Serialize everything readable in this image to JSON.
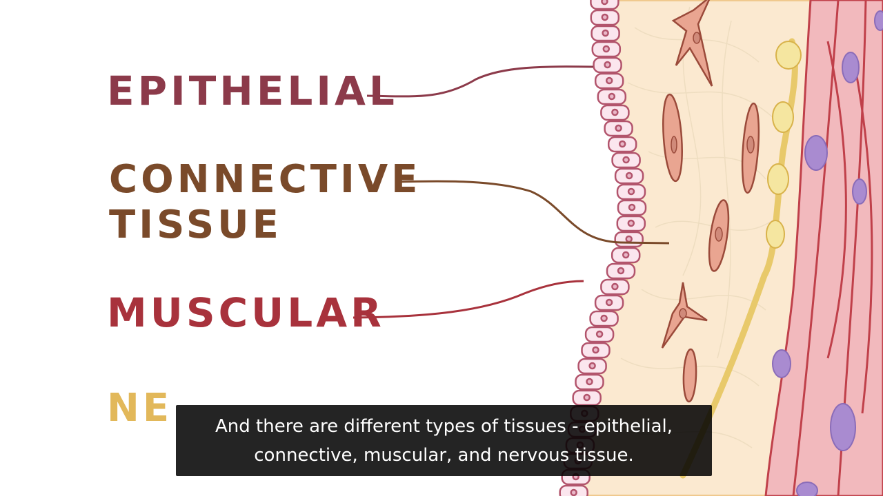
{
  "video": {
    "labels": {
      "epithelial": "EPITHELIAL",
      "connective_line1": "CONNECTIVE",
      "connective_line2": "TISSUE",
      "muscular": "MUSCULAR",
      "nervous_partial": "NE"
    },
    "caption": {
      "line1": "And there are different types of tissues - epithelial,",
      "line2": "connective, muscular, and nervous tissue."
    },
    "colors": {
      "epithelial": "#8c3a4a",
      "connective": "#7a4a2a",
      "muscular": "#a8323c",
      "nervous": "#e2b85a",
      "connective_bg": "#fbe9d0",
      "muscle_bg": "#f2b9bd",
      "nucleus": "#a98bd0"
    }
  }
}
